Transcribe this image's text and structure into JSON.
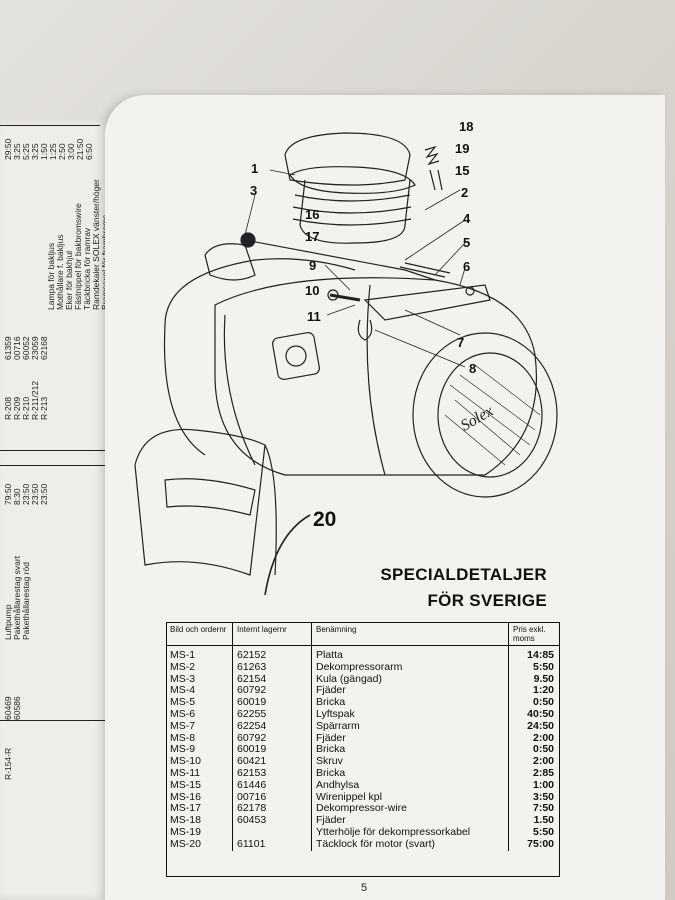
{
  "left_page": {
    "top_block": {
      "codes": [
        "R-208",
        "R-209",
        "R-210",
        "R-211/212",
        "R-213"
      ],
      "numbers": [
        "61359",
        "00716",
        "60052",
        "23059",
        "62168"
      ],
      "descriptions": [
        "Lampa för bakljus",
        "Mothållare f. bakljus",
        "Eker för bakhjul",
        "Fästnippel för bakbromswire",
        "Täckbricka för ramrav",
        "Ramdekaler SOLEX vänster/höger",
        "Bromsaxel för frambroms"
      ],
      "prices": [
        "29:50",
        "3:25",
        "5:25",
        "3:25",
        "1:50",
        "1:25",
        "2:50",
        "3:00",
        "21:50",
        "6:50"
      ]
    },
    "bottom_block": {
      "codes": [
        "R-154-R"
      ],
      "numbers": [
        "60469",
        "60586"
      ],
      "descriptions": [
        "Luftpump",
        "Pakethållarestag svart",
        "Pakethållarestag röd"
      ],
      "prices": [
        "79:50",
        "8:30",
        "23:50",
        "23:50",
        "23:50"
      ]
    }
  },
  "diagram": {
    "callouts": [
      "1",
      "2",
      "3",
      "4",
      "5",
      "6",
      "7",
      "8",
      "9",
      "10",
      "11",
      "15",
      "16",
      "17",
      "18",
      "19",
      "20"
    ],
    "brand": "Solex"
  },
  "heading": {
    "line1": "SPECIALDETALJER",
    "line2": "FÖR SVERIGE"
  },
  "table": {
    "headers": {
      "col1": "Bild och ordernr",
      "col2": "Internt lagernr",
      "col3": "Benämning",
      "col4": "Pris exkl. moms"
    },
    "rows": [
      {
        "ref": "MS-1",
        "stock": "62152",
        "name": "Platta",
        "price": "14:85"
      },
      {
        "ref": "MS-2",
        "stock": "61263",
        "name": "Dekompressorarm",
        "price": "5:50"
      },
      {
        "ref": "MS-3",
        "stock": "62154",
        "name": "Kula (gängad)",
        "price": "9.50"
      },
      {
        "ref": "MS-4",
        "stock": "60792",
        "name": "Fjäder",
        "price": "1:20"
      },
      {
        "ref": "MS-5",
        "stock": "60019",
        "name": "Bricka",
        "price": "0:50"
      },
      {
        "ref": "MS-6",
        "stock": "62255",
        "name": "Lyftspak",
        "price": "40:50"
      },
      {
        "ref": "MS-7",
        "stock": "62254",
        "name": "Spärrarm",
        "price": "24:50"
      },
      {
        "ref": "MS-8",
        "stock": "60792",
        "name": "Fjäder",
        "price": "2:00"
      },
      {
        "ref": "MS-9",
        "stock": "60019",
        "name": "Bricka",
        "price": "0:50"
      },
      {
        "ref": "MS-10",
        "stock": "60421",
        "name": "Skruv",
        "price": "2:00"
      },
      {
        "ref": "MS-11",
        "stock": "62153",
        "name": "Bricka",
        "price": "2:85"
      },
      {
        "ref": "MS-15",
        "stock": "61446",
        "name": "Andhylsa",
        "price": "1:00"
      },
      {
        "ref": "MS-16",
        "stock": "00716",
        "name": "Wirenippel kpl",
        "price": "3:50"
      },
      {
        "ref": "MS-17",
        "stock": "62178",
        "name": "Dekompressor-wire",
        "price": "7:50"
      },
      {
        "ref": "MS-18",
        "stock": "60453",
        "name": "Fjäder",
        "price": "1.50"
      },
      {
        "ref": "MS-19",
        "stock": "",
        "name": "Ytterhölje för dekompressorkabel",
        "price": "5:50"
      },
      {
        "ref": "MS-20",
        "stock": "61101",
        "name": "Täcklock för motor (svart)",
        "price": "75:00"
      }
    ]
  },
  "page_number": "5"
}
